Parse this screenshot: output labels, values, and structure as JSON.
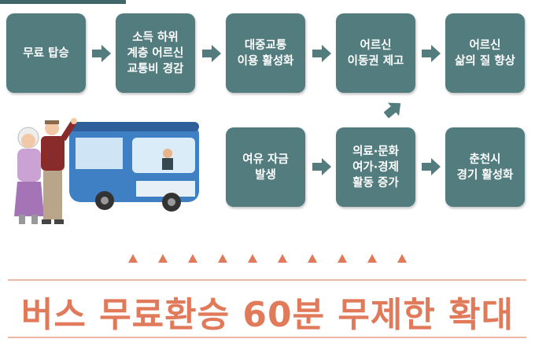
{
  "flow_row1": [
    "무료 탑승",
    "소득 하위\n계층 어르신\n교통비 경감",
    "대중교통\n이용 활성화",
    "어르신\n이동권 제고",
    "어르신\n삶의 질 향상"
  ],
  "flow_row2": [
    "여유 자금\n발생",
    "의료·문화\n여가·경제\n활동 증가",
    "춘천시\n경기 활성화"
  ],
  "headline": "버스 무료환승 60분 무제한 확대",
  "colors": {
    "box": "#527c7e",
    "accent": "#e07a5a"
  }
}
